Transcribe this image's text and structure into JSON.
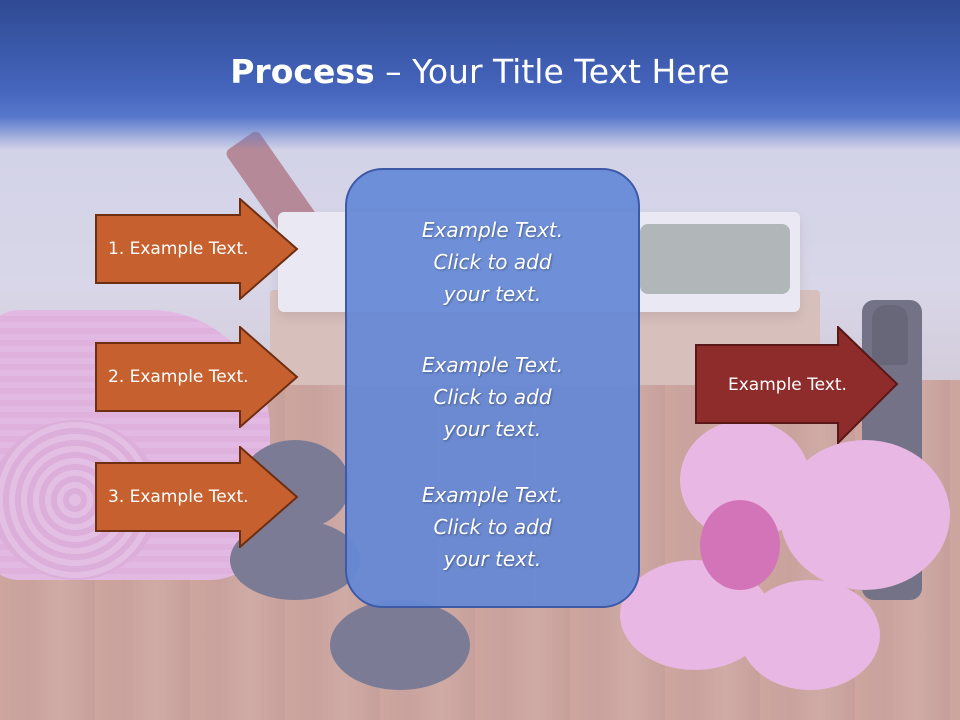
{
  "title": {
    "bold": "Process",
    "rest": " – Your Title Text Here"
  },
  "left_arrows": [
    {
      "label": "1. Example Text."
    },
    {
      "label": "2. Example Text."
    },
    {
      "label": "3. Example Text."
    }
  ],
  "center_blocks": [
    {
      "line1": "Example Text.",
      "line2": "Click  to add",
      "line3": "your text."
    },
    {
      "line1": "Example Text.",
      "line2": "Click  to add",
      "line3": "your text."
    },
    {
      "line1": "Example Text.",
      "line2": "Click  to add",
      "line3": "your text."
    }
  ],
  "right_arrow": {
    "label": "Example Text."
  },
  "colors": {
    "left_arrow_fill": "#c6612f",
    "left_arrow_stroke": "#6e2e12",
    "right_arrow_fill": "#8e2b2b",
    "right_arrow_stroke": "#5a1717",
    "center_box": "#6488d6",
    "title_band": "#4565bd"
  }
}
